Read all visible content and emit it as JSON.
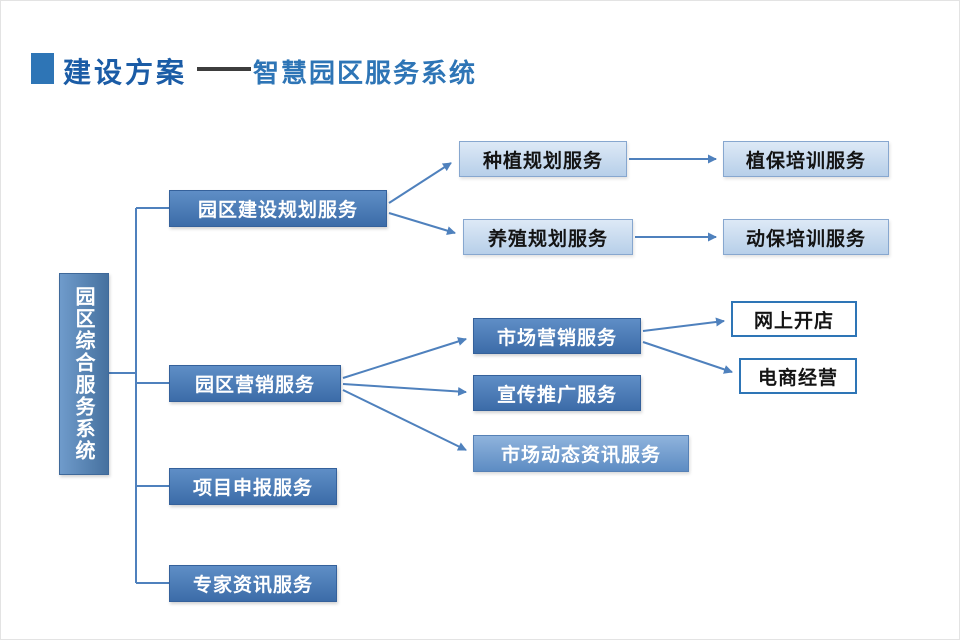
{
  "header": {
    "title": "建设方案",
    "subtitle": "智慧园区服务系统"
  },
  "diagram": {
    "root": "园区综合服务系统",
    "branches": [
      {
        "label": "园区建设规划服务",
        "children": [
          {
            "label": "种植规划服务",
            "children": [
              {
                "label": "植保培训服务"
              }
            ]
          },
          {
            "label": "养殖规划服务",
            "children": [
              {
                "label": "动保培训服务"
              }
            ]
          }
        ]
      },
      {
        "label": "园区营销服务",
        "children": [
          {
            "label": "市场营销服务",
            "children": [
              {
                "label": "网上开店"
              },
              {
                "label": "电商经营"
              }
            ]
          },
          {
            "label": "宣传推广服务"
          },
          {
            "label": "市场动态资讯服务"
          }
        ]
      },
      {
        "label": "项目申报服务"
      },
      {
        "label": "专家资讯服务"
      }
    ]
  },
  "colors": {
    "title_blue": "#1b5ca6",
    "subtitle_blue": "#2e75b6",
    "node_blue": "#3c6ca8",
    "node_light_blue": "#b7cfe9",
    "node_soft_blue": "#5d8cc3",
    "outline_blue": "#2e75b6",
    "connector_blue": "#4f81bd"
  }
}
